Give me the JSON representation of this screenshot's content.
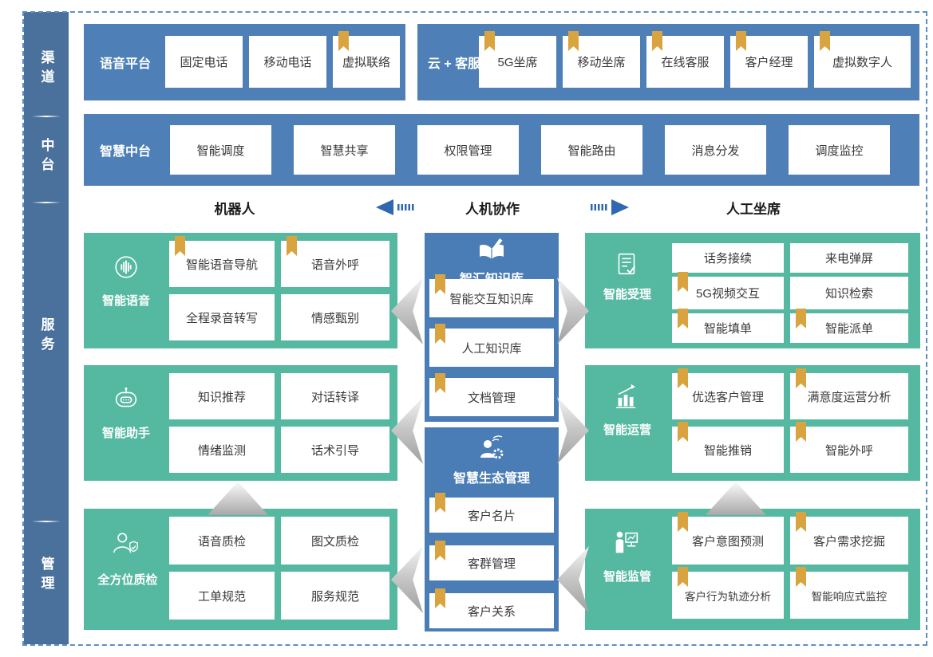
{
  "colors": {
    "bar_blue": "#4e80b7",
    "sidebar_blue": "#4a709c",
    "teal": "#55b8a1",
    "center_blue": "#4a7cb5",
    "bookmark_gold": "#d9a43f",
    "arrow_blue": "#2f67b1",
    "cell_text": "#3a3a3a",
    "border_dash": "#5b8fc4"
  },
  "sidebar": {
    "items": [
      "渠道",
      "中台",
      "服务",
      "管理"
    ]
  },
  "rows": {
    "channel": {
      "voice_platform": {
        "label": "语音平台",
        "cells": [
          {
            "text": "固定电话",
            "bookmark": false
          },
          {
            "text": "移动电话",
            "bookmark": false
          },
          {
            "text": "虚拟联络",
            "bookmark": true
          }
        ]
      },
      "cloud_service": {
        "label": "云 + 客服",
        "cells": [
          {
            "text": "5G坐席",
            "bookmark": true
          },
          {
            "text": "移动坐席",
            "bookmark": true
          },
          {
            "text": "在线客服",
            "bookmark": true
          },
          {
            "text": "客户经理",
            "bookmark": true
          },
          {
            "text": "虚拟数字人",
            "bookmark": true
          }
        ]
      }
    },
    "midplatform": {
      "label": "智慧中台",
      "cells": [
        {
          "text": "智能调度"
        },
        {
          "text": "智慧共享"
        },
        {
          "text": "权限管理"
        },
        {
          "text": "智能路由"
        },
        {
          "text": "消息分发"
        },
        {
          "text": "调度监控"
        }
      ]
    }
  },
  "collab_header": {
    "left": "机器人",
    "center": "人机协作",
    "right": "人工坐席"
  },
  "left_column": [
    {
      "label": "智能语音",
      "icon": "voice-wave-icon",
      "cells": [
        {
          "text": "智能语音导航",
          "bookmark": true
        },
        {
          "text": "语音外呼",
          "bookmark": true
        },
        {
          "text": "全程录音转写",
          "bookmark": false
        },
        {
          "text": "情感甄别",
          "bookmark": false
        }
      ]
    },
    {
      "label": "智能助手",
      "icon": "robot-icon",
      "cells": [
        {
          "text": "知识推荐",
          "bookmark": false
        },
        {
          "text": "对话转译",
          "bookmark": false
        },
        {
          "text": "情绪监测",
          "bookmark": false
        },
        {
          "text": "话术引导",
          "bookmark": false
        }
      ]
    },
    {
      "label": "全方位质检",
      "icon": "quality-inspector-icon",
      "cells": [
        {
          "text": "语音质检",
          "bookmark": false
        },
        {
          "text": "图文质检",
          "bookmark": false
        },
        {
          "text": "工单规范",
          "bookmark": false
        },
        {
          "text": "服务规范",
          "bookmark": false
        }
      ]
    }
  ],
  "center_column": [
    {
      "label": "智汇知识库",
      "icon": "knowledge-book-icon",
      "cells": [
        {
          "text": "智能交互知识库",
          "bookmark": true
        },
        {
          "text": "人工知识库",
          "bookmark": true
        },
        {
          "text": "文档管理",
          "bookmark": true
        }
      ]
    },
    {
      "label": "智慧生态管理",
      "icon": "eco-person-icon",
      "cells": [
        {
          "text": "客户名片",
          "bookmark": true
        },
        {
          "text": "客群管理",
          "bookmark": true
        },
        {
          "text": "客户关系",
          "bookmark": true
        }
      ]
    }
  ],
  "right_column": [
    {
      "label": "智能受理",
      "icon": "document-check-icon",
      "cells": [
        {
          "text": "话务接续",
          "bookmark": false
        },
        {
          "text": "来电弹屏",
          "bookmark": false
        },
        {
          "text": "5G视频交互",
          "bookmark": true
        },
        {
          "text": "知识检索",
          "bookmark": false
        },
        {
          "text": "智能填单",
          "bookmark": true
        },
        {
          "text": "智能派单",
          "bookmark": true
        }
      ]
    },
    {
      "label": "智能运营",
      "icon": "growth-chart-icon",
      "cells": [
        {
          "text": "优选客户管理",
          "bookmark": true
        },
        {
          "text": "满意度运营分析",
          "bookmark": true
        },
        {
          "text": "智能推销",
          "bookmark": true
        },
        {
          "text": "智能外呼",
          "bookmark": true
        }
      ]
    },
    {
      "label": "智能监管",
      "icon": "supervision-board-icon",
      "cells": [
        {
          "text": "客户意图预测",
          "bookmark": true
        },
        {
          "text": "客户需求挖掘",
          "bookmark": true
        },
        {
          "text": "客户行为轨迹分析",
          "bookmark": true
        },
        {
          "text": "智能响应式监控",
          "bookmark": true
        }
      ]
    }
  ]
}
